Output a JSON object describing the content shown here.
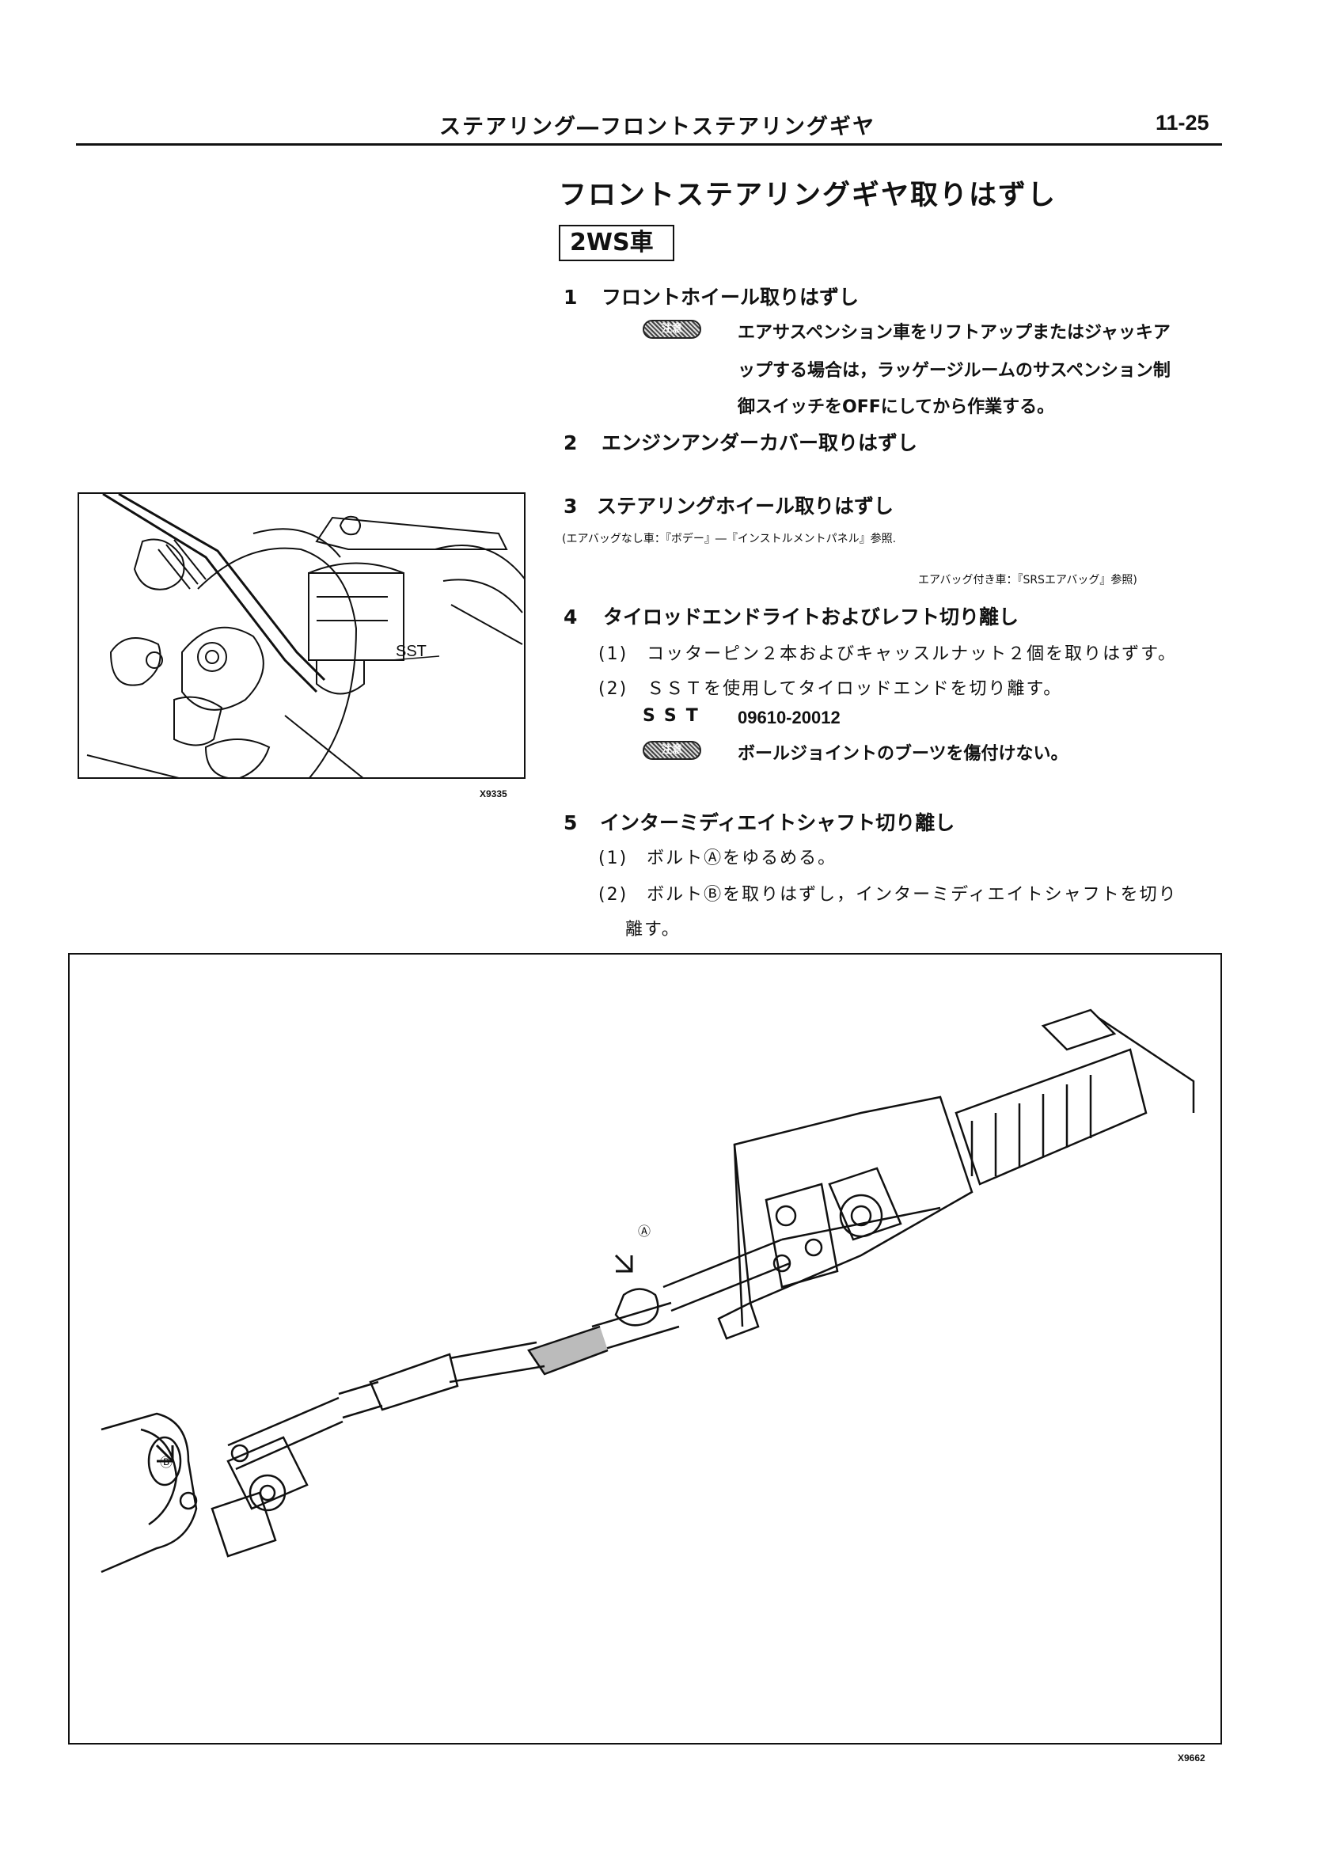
{
  "header": {
    "title": "ステアリング―フロントステアリングギヤ",
    "page_number": "11-25"
  },
  "section": {
    "title": "フロントステアリングギヤ取りはずし",
    "variant": "2WS車"
  },
  "note_badge": "注意",
  "steps": [
    {
      "num": "1",
      "title": "フロントホイール取りはずし",
      "note": [
        "エアサスペンション車をリフトアップまたはジャッキア",
        "ップする場合は，ラッゲージルームのサスペンション制",
        "御スイッチをOFFにしてから作業する。"
      ]
    },
    {
      "num": "2",
      "title": "エンジンアンダーカバー取りはずし"
    },
    {
      "num": "3",
      "title": "ステアリングホイール取りはずし",
      "ref1": "(エアバッグなし車：『ボデー』―『インストルメントパネル』参照.",
      "ref2": "エアバッグ付き車：『SRSエアバッグ』参照)"
    },
    {
      "num": "4",
      "title": "タイロッドエンドライトおよびレフト切り離し",
      "sub": [
        "(1)　コッターピン２本およびキャッスルナット２個を取りはずす。",
        "(2)　ＳＳＴを使用してタイロッドエンドを切り離す。"
      ],
      "sst_label": "SST",
      "sst_code": "09610-20012",
      "note": "ボールジョイントのブーツを傷付けない。"
    },
    {
      "num": "5",
      "title": "インターミディエイトシャフト切り離し",
      "sub": [
        "(1)　ボルトⒶをゆるめる。",
        "(2)　ボルトⒷを取りはずし，インターミディエイトシャフトを切り",
        "離す。"
      ]
    }
  ],
  "figure1": {
    "label": "SST",
    "code": "X9335"
  },
  "figure2": {
    "label_a": "Ⓐ",
    "label_b": "Ⓑ",
    "code": "X9662"
  }
}
